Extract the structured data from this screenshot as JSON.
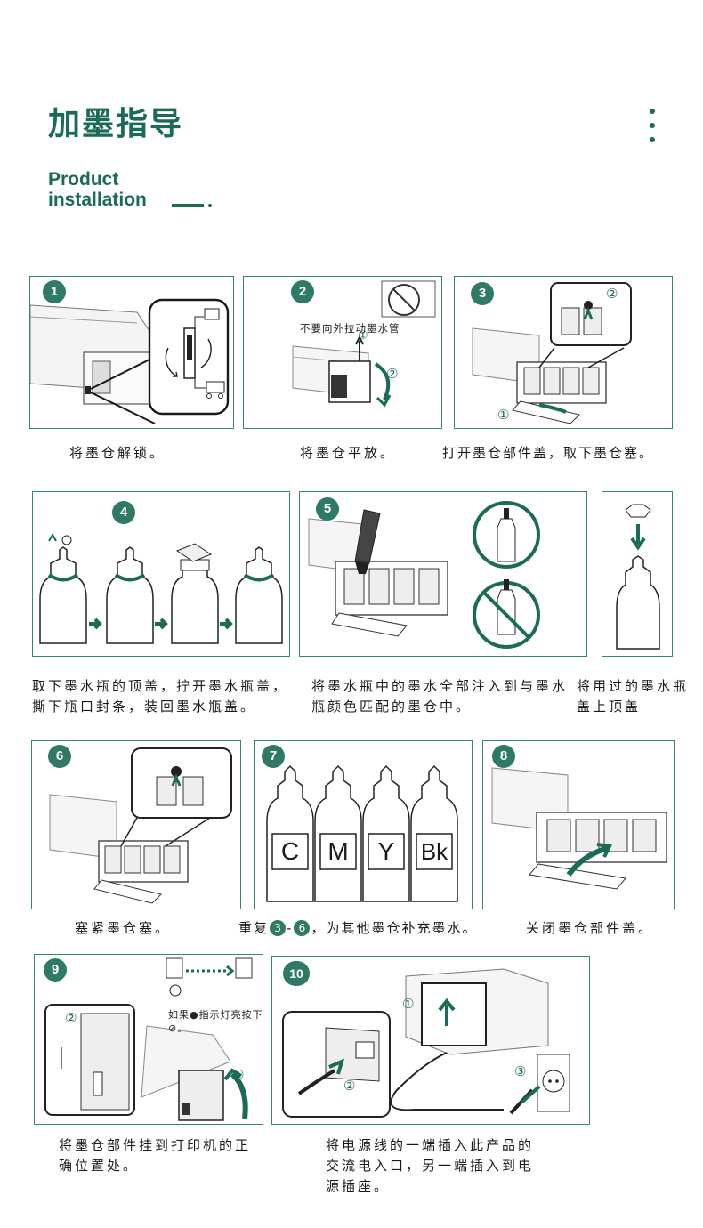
{
  "header": {
    "title_cn": "加墨指导",
    "title_en_line1": "Product",
    "title_en_line2": "installation"
  },
  "colors": {
    "accent": "#1a6b57",
    "panel_border": "#2e8a72",
    "badge": "#2e7a65"
  },
  "steps": [
    {
      "num": "1",
      "caption": "将墨仓解锁。"
    },
    {
      "num": "2",
      "caption": "将墨仓平放。",
      "note": "不要向外拉动墨水管",
      "marker1": "①",
      "marker2": "②"
    },
    {
      "num": "3",
      "caption": "打开墨仓部件盖，取下墨仓塞。",
      "marker1": "①",
      "marker2": "②"
    },
    {
      "num": "4",
      "caption": "取下墨水瓶的顶盖，拧开墨水瓶盖，撕下瓶口封条，装回墨水瓶盖。"
    },
    {
      "num": "5",
      "caption": "将墨水瓶中的墨水全部注入到与墨水瓶颜色匹配的墨仓中。"
    },
    {
      "num": "",
      "caption": "将用过的墨水瓶盖上顶盖"
    },
    {
      "num": "6",
      "caption": "塞紧墨仓塞。"
    },
    {
      "num": "7",
      "caption_prefix": "重复",
      "caption_badge_a": "3",
      "caption_dash": "-",
      "caption_badge_b": "6",
      "caption_suffix": "，为其他墨仓补充墨水。",
      "bottles": [
        "C",
        "M",
        "Y",
        "Bk"
      ]
    },
    {
      "num": "8",
      "caption": "关闭墨仓部件盖。"
    },
    {
      "num": "9",
      "caption": "将墨仓部件挂到打印机的正确位置处。",
      "note": "如果●指示灯亮按下⊘。",
      "marker1": "①",
      "marker2": "②"
    },
    {
      "num": "10",
      "caption": "将电源线的一端插入此产品的交流电入口，另一端插入到电源插座。",
      "marker1": "①",
      "marker2": "②",
      "marker3": "③"
    }
  ]
}
